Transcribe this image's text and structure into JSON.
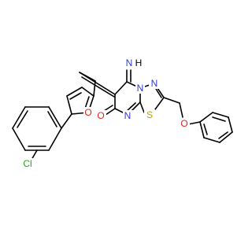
{
  "molecule": {
    "atoms": {
      "n_imine": "N",
      "h_imine": "H",
      "n_ring": "N",
      "n_thiadiazole": "N",
      "o_furan": "O",
      "o_carbonyl": "O",
      "n_pyrimidine": "N",
      "s_thiadiazole": "S",
      "o_ether": "O",
      "cl": "Cl"
    },
    "colors": {
      "bond": "#000000",
      "nitrogen": "#2f3bd0",
      "oxygen": "#e0241b",
      "sulfur": "#b5a400",
      "chlorine": "#1fa51f"
    }
  }
}
